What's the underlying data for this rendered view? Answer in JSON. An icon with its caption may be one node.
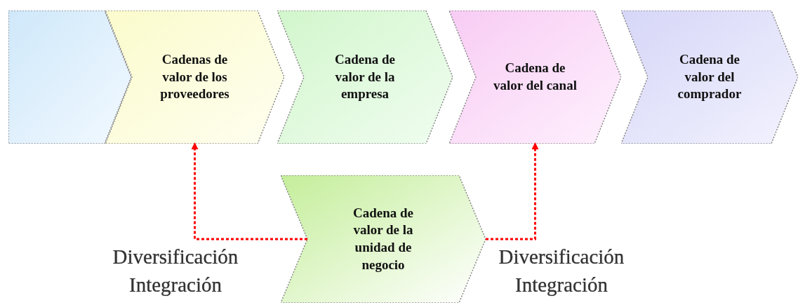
{
  "diagram": {
    "nodes": [
      {
        "text": [],
        "shape": "chevron"
      },
      {
        "text": [
          "Cadenas de valor de los proveedores"
        ]
      },
      {
        "text": [
          "Cadena de valor de la empresa"
        ]
      },
      {
        "text": [
          "Cadena de valor del canal"
        ]
      },
      {
        "text": [
          "Cadena de valor del comprador"
        ]
      },
      {
        "text": [
          "Cadena de valor de la unidad de negocio"
        ]
      }
    ],
    "edges": [
      {
        "from": 5,
        "to": 1,
        "arrow": "to",
        "style": "dashed",
        "color": "#ff0000"
      },
      {
        "from": 5,
        "to": 3,
        "arrow": "to",
        "style": "dashed",
        "color": "#ff0000"
      }
    ],
    "labels": [
      "Diversificación",
      "Integración",
      "Diversificación",
      "Integración"
    ]
  }
}
